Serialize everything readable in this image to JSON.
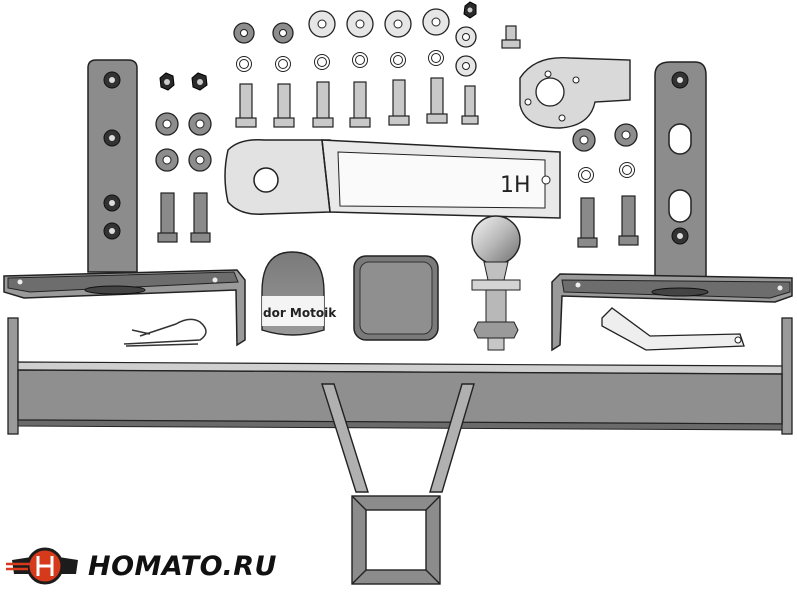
{
  "image": {
    "subject": "towbar kit parts"
  },
  "labels": {
    "receiver_marking": "1H",
    "cover_text": "dor Motoik"
  },
  "brand": {
    "name": "HOMATO.RU",
    "logo_icon": "winged-h-logo-icon"
  },
  "colors": {
    "metal_gray": "#8f8f8f",
    "dark_metal": "#5a5a5a",
    "light_metal": "#d4d4d4",
    "outline": "#222222",
    "logo_red": "#d63a1a",
    "logo_dark": "#1c1c1c"
  }
}
